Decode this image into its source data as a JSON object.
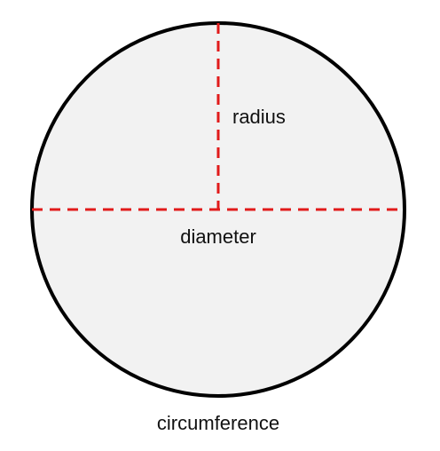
{
  "labels": {
    "radius": "radius",
    "diameter": "diameter",
    "circumference": "circumference"
  },
  "colors": {
    "circle_fill": "#f2f2f2",
    "circle_stroke": "#000000",
    "dashed_line": "#e11b1b",
    "text": "#111111"
  }
}
